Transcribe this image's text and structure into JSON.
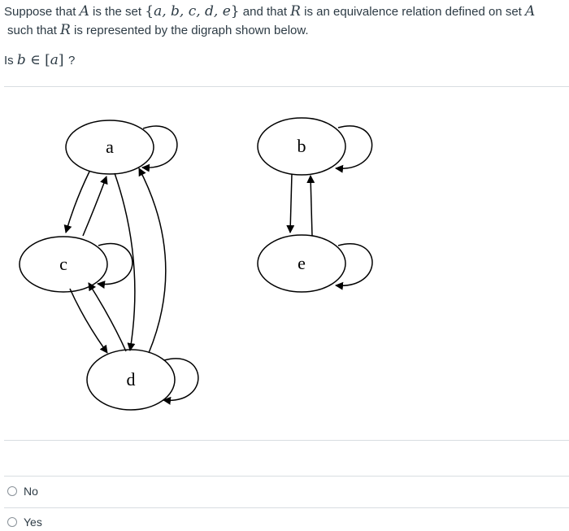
{
  "question": {
    "line1_a": "Suppose that ",
    "var_A": "A",
    "line1_b": " is the set ",
    "set_open": "{",
    "set_elems": "a, b, c, d, e",
    "set_close": "}",
    "line1_c": " and that ",
    "var_R": "R",
    "line1_d": " is an equivalence relation defined on set ",
    "var_A2": "A",
    "line2_a": "such that ",
    "var_R2": "R",
    "line2_b": " is represented by the digraph shown below.",
    "ask_prefix": "Is ",
    "ask_b": "b",
    "ask_in": " ∈ [",
    "ask_a": "a",
    "ask_close": "] ",
    "ask_q": "?"
  },
  "digraph": {
    "nodes": [
      "a",
      "b",
      "c",
      "d",
      "e"
    ]
  },
  "answers": [
    {
      "label": "No"
    },
    {
      "label": "Yes"
    }
  ]
}
